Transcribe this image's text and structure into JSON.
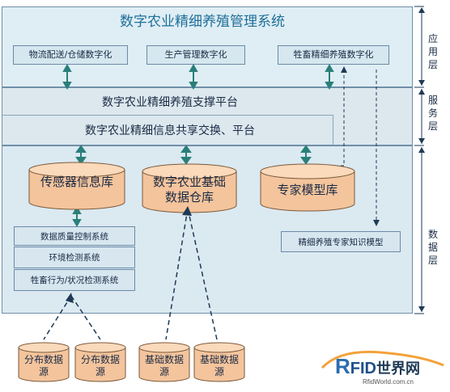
{
  "diagram": {
    "title": "数字农业精细养殖管理系统",
    "application_layer": {
      "modules": [
        "物流配送/仓储数字化",
        "生产管理数字化",
        "牲畜精细养殖数字化"
      ]
    },
    "service_layer": {
      "rows": [
        "数字农业精细养殖支撑平台",
        "数字农业精细信息共享交换、平台"
      ]
    },
    "data_layer": {
      "databases": [
        {
          "name": "传感器信息库"
        },
        {
          "name": "数字农业基础数据仓库"
        },
        {
          "name": "专家模型库"
        }
      ],
      "knowledge_model": "精细养殖专家知识模型",
      "systems": [
        "数据质量控制系统",
        "环境检测系统",
        "牲畜行为/状况检测系统"
      ]
    },
    "sources": [
      "分布数据源",
      "分布数据源",
      "基础数据源",
      "基础数据源"
    ],
    "side_labels": [
      "应用层",
      "服务层",
      "数据层"
    ]
  },
  "watermark": {
    "brand_r": "R",
    "brand_fid": "FID",
    "brand_cn": "世界网",
    "domain": "RfidWorld.com.cn"
  },
  "colors": {
    "band_border": "#6f8fa8",
    "cylinder_fill": "#f4c49c",
    "title": "#1f6f9a",
    "connector": "#2a7f7a"
  }
}
